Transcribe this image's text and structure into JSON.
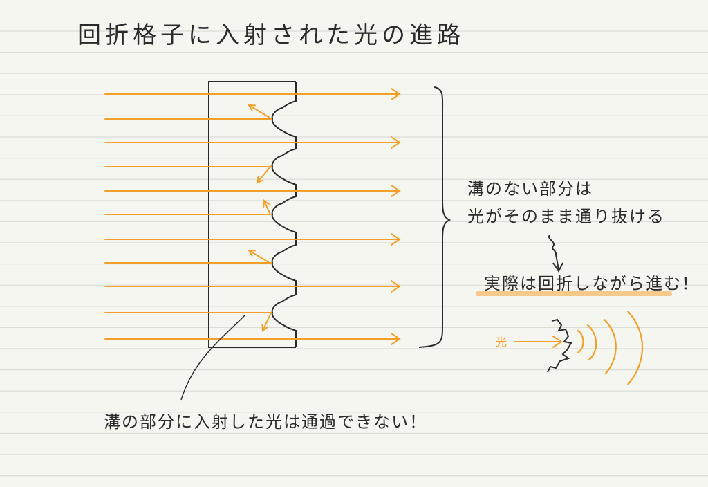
{
  "title": "回折格子に入射された光の進路",
  "annotations": {
    "no_groove_line1": "溝のない部分は",
    "no_groove_line2": "光がそのまま通り抜ける",
    "actually": "実際は回折しながら進む！",
    "light_label": "光",
    "groove_note": "溝の部分に入射した光は通過できない！"
  },
  "colors": {
    "paper": "#f6f6f1",
    "rule_line": "#dcdcd6",
    "ink": "#2b2b2b",
    "light": "#f2a02a",
    "highlight": "#f7c98a"
  }
}
